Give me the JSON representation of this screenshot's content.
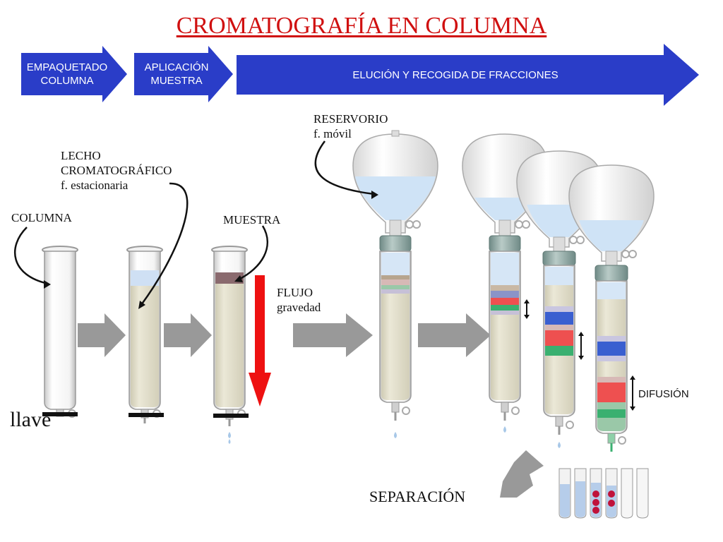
{
  "title": "CROMATOGRAFÍA EN COLUMNA",
  "stages": [
    {
      "line1": "EMPAQUETADO",
      "line2": "COLUMNA"
    },
    {
      "line1": "APLICACIÓN",
      "line2": "MUESTRA"
    },
    {
      "line1": "ELUCIÓN Y RECOGIDA DE FRACCIONES",
      "line2": ""
    }
  ],
  "labels": {
    "columna": "COLUMNA",
    "lecho_1": "LECHO",
    "lecho_2": "CROMATOGRÁFICO",
    "lecho_3": "f. estacionaria",
    "muestra": "MUESTRA",
    "reservorio_1": "RESERVORIO",
    "reservorio_2": "f. móvil",
    "flujo_1": "FLUJO",
    "flujo_2": "gravedad",
    "difusion": "DIFUSIÓN",
    "llave": "llave",
    "separacion": "SEPARACIÓN"
  },
  "colors": {
    "title": "#d01010",
    "stage_arrow": "#2a3dc8",
    "flow_arrow": "#ee1111",
    "process_arrow": "#999999",
    "band_blue": "#3a5fd0",
    "band_red": "#ee5050",
    "band_green": "#3ab070",
    "bed": "#e2dfcc"
  }
}
